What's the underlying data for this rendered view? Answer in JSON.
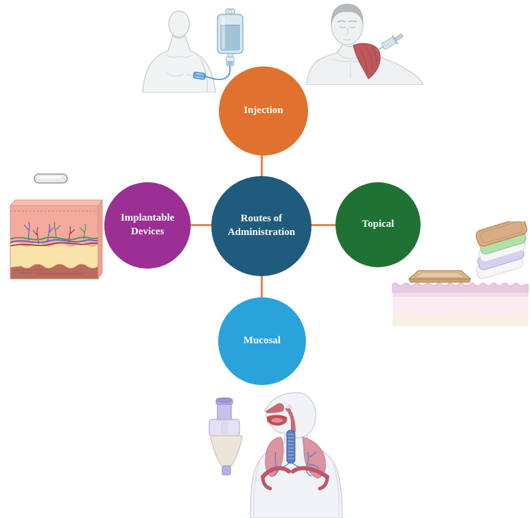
{
  "diagram": {
    "title": "Routes of Administration",
    "center_node": {
      "label": "Routes of Administration",
      "color": "#1f5b7c"
    },
    "nodes": [
      {
        "id": "injection",
        "label": "Injection",
        "color": "#e0712e",
        "position": "top"
      },
      {
        "id": "topical",
        "label": "Topical",
        "color": "#1f7233",
        "position": "right"
      },
      {
        "id": "mucosal",
        "label": "Mucosal",
        "color": "#29a3da",
        "position": "bottom"
      },
      {
        "id": "implantable-devices",
        "label": "Implantable Devices",
        "color": "#9c2f94",
        "position": "left"
      }
    ],
    "connector_color": "#ee7f52",
    "label_text_color": "#ffffff",
    "illustrations": [
      {
        "name": "iv-infusion-illustration",
        "depicts": "patient torso with intravenous drip bag, tubing and arm catheter",
        "relates_to": "Injection"
      },
      {
        "name": "intramuscular-injection-illustration",
        "depicts": "man with exposed deltoid muscle receiving a syringe injection",
        "relates_to": "Injection"
      },
      {
        "name": "implant-under-skin-illustration",
        "depicts": "implant capsule above a skin cross-section with vessels, fat and muscle layers",
        "relates_to": "Implantable Devices"
      },
      {
        "name": "transdermal-patch-illustration",
        "depicts": "exploded patch layer stack and a patch applied to the skin surface",
        "relates_to": "Topical"
      },
      {
        "name": "inhalation-illustration",
        "depicts": "nebulizer device beside a human respiratory tract with trachea and lungs",
        "relates_to": "Mucosal"
      }
    ]
  }
}
